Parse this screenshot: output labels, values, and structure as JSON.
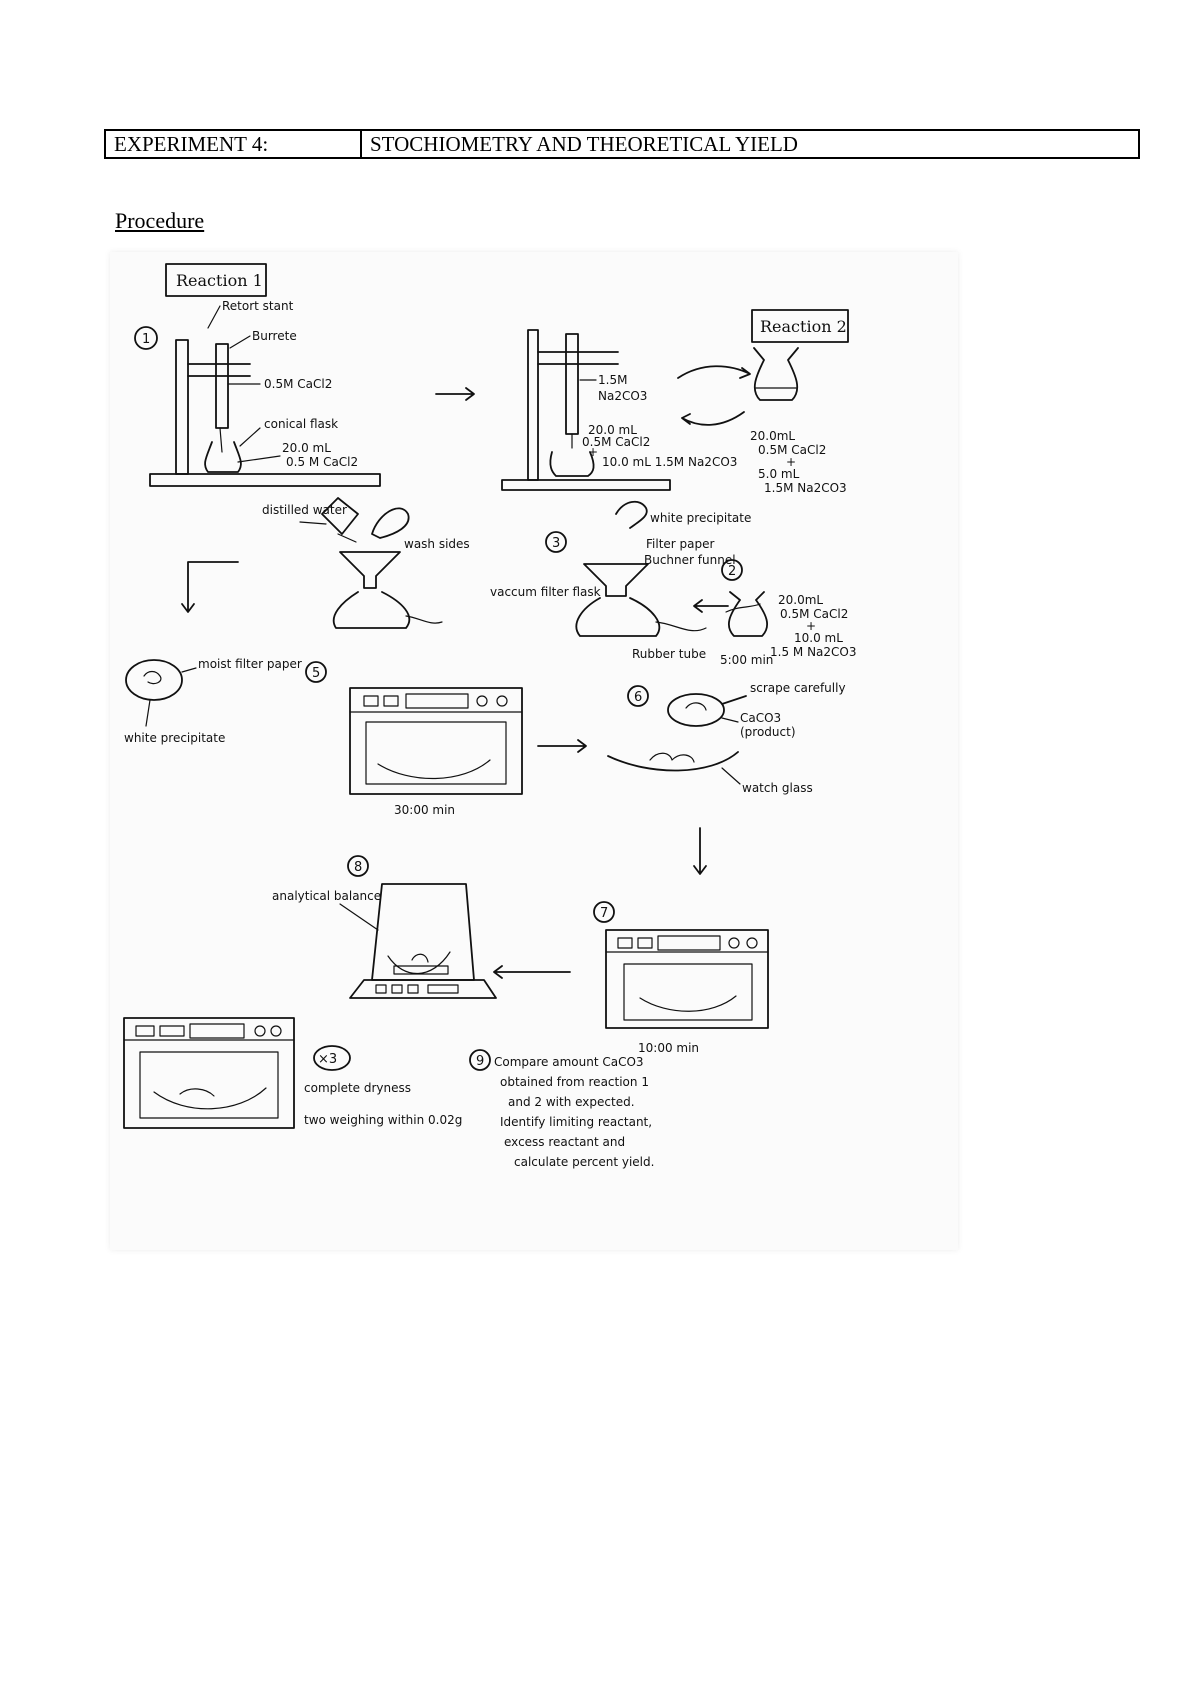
{
  "header": {
    "experiment": "EXPERIMENT 4:",
    "title": "STOCHIOMETRY AND THEORETICAL YIELD"
  },
  "section_heading": "Procedure",
  "figure": {
    "reaction1_label": "Reaction 1",
    "reaction2_label": "Reaction 2",
    "step1": {
      "number": "1",
      "retort_stand": "Retort stant",
      "burette": "Burrete",
      "burette_solution": "0.5M CaCl2",
      "conical_flask": "conical flask",
      "flask_volume": "20.0 mL",
      "flask_solution": "0.5 M CaCl2"
    },
    "titration": {
      "reagent_conc": "1.5M",
      "reagent": "Na2CO3",
      "mix_line1": "20.0 mL",
      "mix_line2": "0.5M CaCl2",
      "mix_plus": "+",
      "mix_line3": "10.0 mL 1.5M Na2CO3"
    },
    "reaction2_mix": {
      "line1": "20.0mL",
      "line2": "0.5M CaCl2",
      "plus": "+",
      "line3": "5.0 mL",
      "line4": "1.5M Na2CO3"
    },
    "wash": {
      "distilled_water": "distilled water",
      "wash_sides": "wash sides"
    },
    "step3": {
      "number": "3",
      "white_precipitate": "white precipitate",
      "filter_paper": "Filter paper",
      "buchner_funnel": "Buchner funnel",
      "vacuum_flask": "vaccum filter flask",
      "rubber_tube": "Rubber tube"
    },
    "step2": {
      "number": "2",
      "time": "5:00 min",
      "line1": "20.0mL",
      "line2": "0.5M CaCl2",
      "plus": "+",
      "line3": "10.0 mL",
      "line4": "1.5 M Na2CO3"
    },
    "step4": {
      "moist_filter_paper": "moist filter paper",
      "white_precipitate": "white precipitate"
    },
    "step5": {
      "number": "5",
      "time": "30:00 min"
    },
    "step6": {
      "number": "6",
      "scrape": "scrape carefully",
      "caco3": "CaCO3",
      "product": "(product)",
      "watch_glass": "watch glass"
    },
    "step7": {
      "number": "7",
      "time": "10:00 min"
    },
    "step8": {
      "number": "8",
      "balance": "analytical balance"
    },
    "repeat": {
      "times": "×3",
      "note1": "complete dryness",
      "note2": "two weighing within 0.02g"
    },
    "step9": {
      "number": "9",
      "line1": "Compare amount CaCO3",
      "line2": "obtained from reaction 1",
      "line3": "and 2 with expected.",
      "line4": "Identify limiting reactant,",
      "line5": "excess reactant and",
      "line6": "calculate percent yield."
    }
  }
}
